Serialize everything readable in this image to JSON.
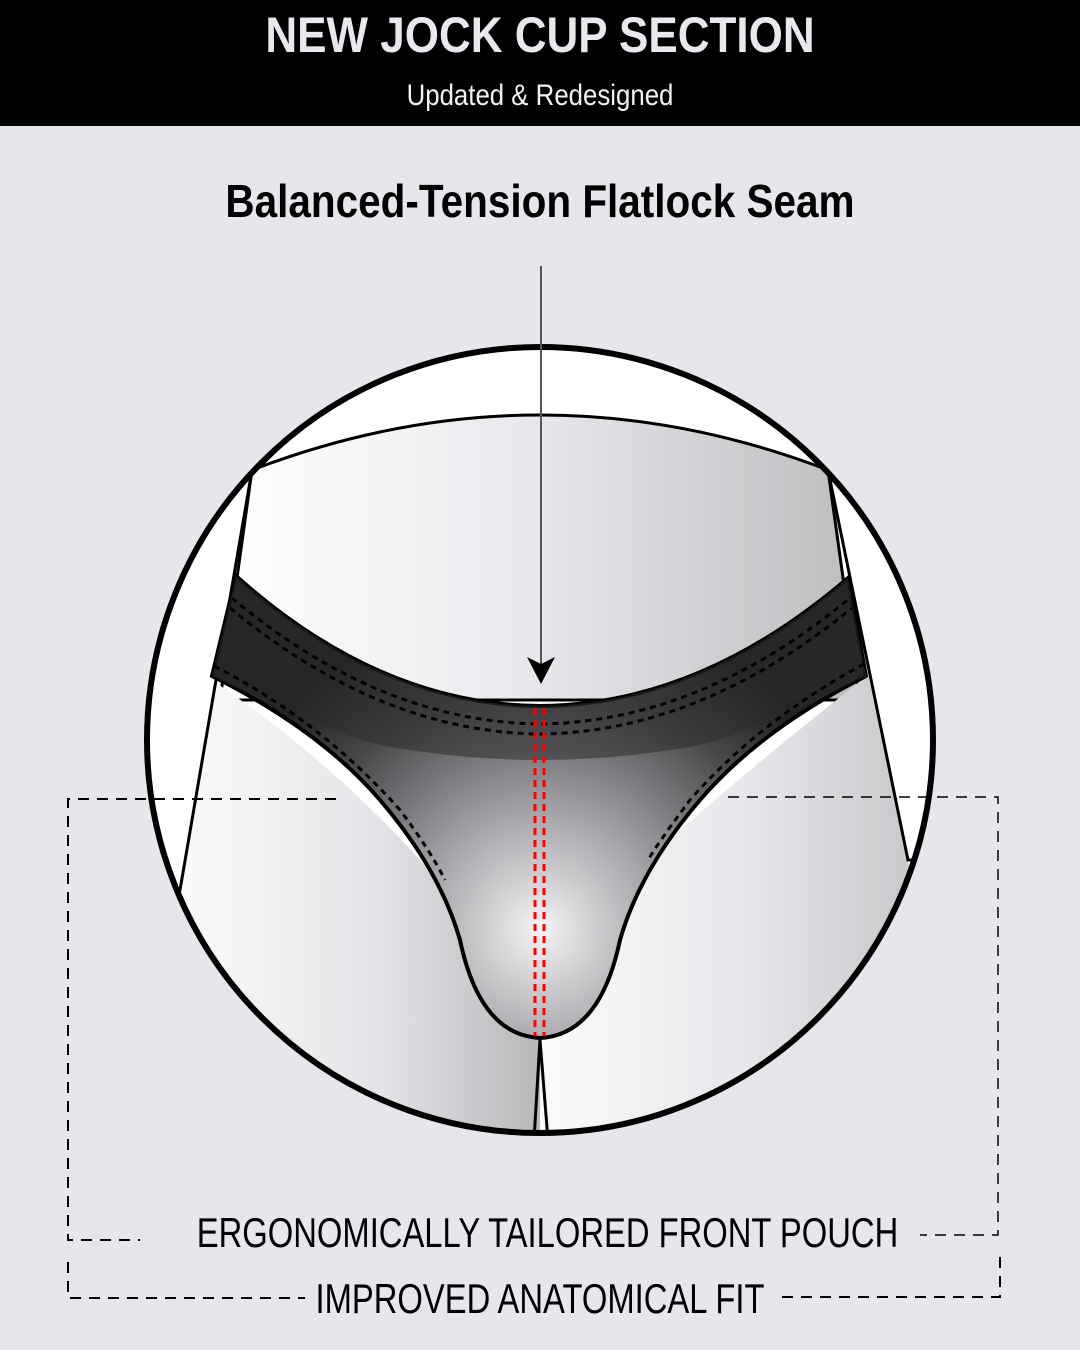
{
  "header": {
    "title": "NEW JOCK CUP SECTION",
    "subtitle": "Updated & Redesigned"
  },
  "feature": {
    "title": "Balanced-Tension Flatlock Seam"
  },
  "callouts": {
    "pouch": "ERGONOMICALLY TAILORED FRONT POUCH",
    "fit": "IMPROVED ANATOMICAL FIT"
  },
  "colors": {
    "background": "#e6e7ec",
    "header_bg": "#000000",
    "seam": "#ff0000",
    "garment_dark": "#2a2a2c"
  }
}
